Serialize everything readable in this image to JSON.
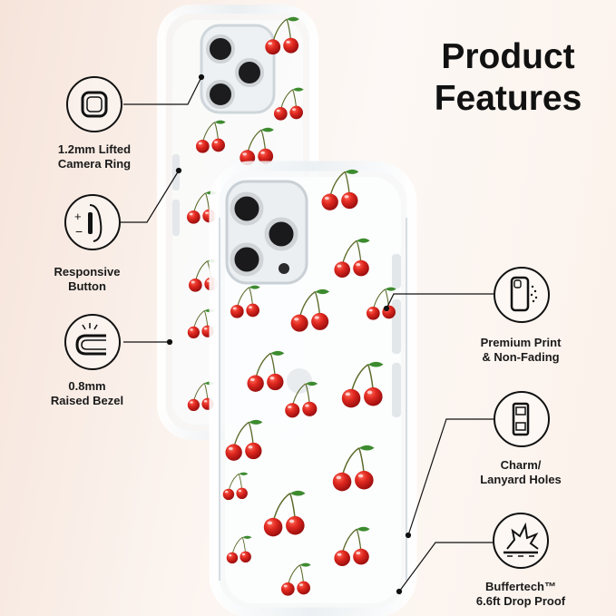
{
  "title": {
    "line1": "Product",
    "line2": "Features"
  },
  "features": [
    {
      "line1": "1.2mm Lifted",
      "line2": "Camera Ring",
      "icon": "camera-ring-icon"
    },
    {
      "line1": "Responsive",
      "line2": "Button",
      "icon": "side-button-icon"
    },
    {
      "line1": "0.8mm",
      "line2": "Raised Bezel",
      "icon": "raised-bezel-icon"
    },
    {
      "line1": "Premium Print",
      "line2": "& Non-Fading",
      "icon": "print-phone-icon"
    },
    {
      "line1": "Charm/",
      "line2": "Lanyard Holes",
      "icon": "lanyard-hole-icon"
    },
    {
      "line1": "Buffertech™",
      "line2": "6.6ft Drop Proof",
      "icon": "drop-impact-icon"
    }
  ],
  "colors": {
    "cherry": "#d7261e",
    "leaf": "#3d8b2f",
    "text": "#111111"
  }
}
